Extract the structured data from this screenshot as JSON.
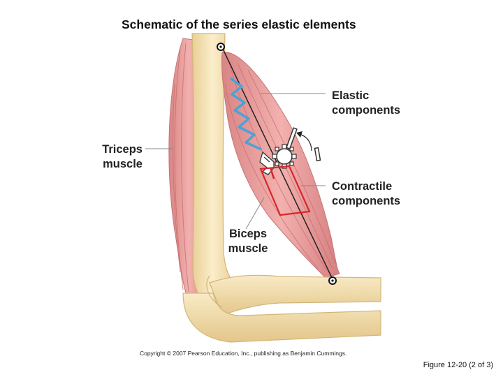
{
  "title": "Schematic of the series elastic elements",
  "labels": {
    "elastic_line1": "Elastic",
    "elastic_line2": "components",
    "triceps_line1": "Triceps",
    "triceps_line2": "muscle",
    "contractile_line1": "Contractile",
    "contractile_line2": "components",
    "biceps_line1": "Biceps",
    "biceps_line2": "muscle"
  },
  "copyright": "Copyright © 2007 Pearson Education, Inc., publishing as Benjamin Cummings.",
  "figure_ref": "Figure 12-20 (2 of 3)",
  "colors": {
    "bone": "#f5e3b5",
    "bone_outline": "#d9c084",
    "muscle": "#e89a9a",
    "muscle_stripe": "#c96d72",
    "spring": "#4aa3d8",
    "contractile_box": "#d9262a"
  }
}
